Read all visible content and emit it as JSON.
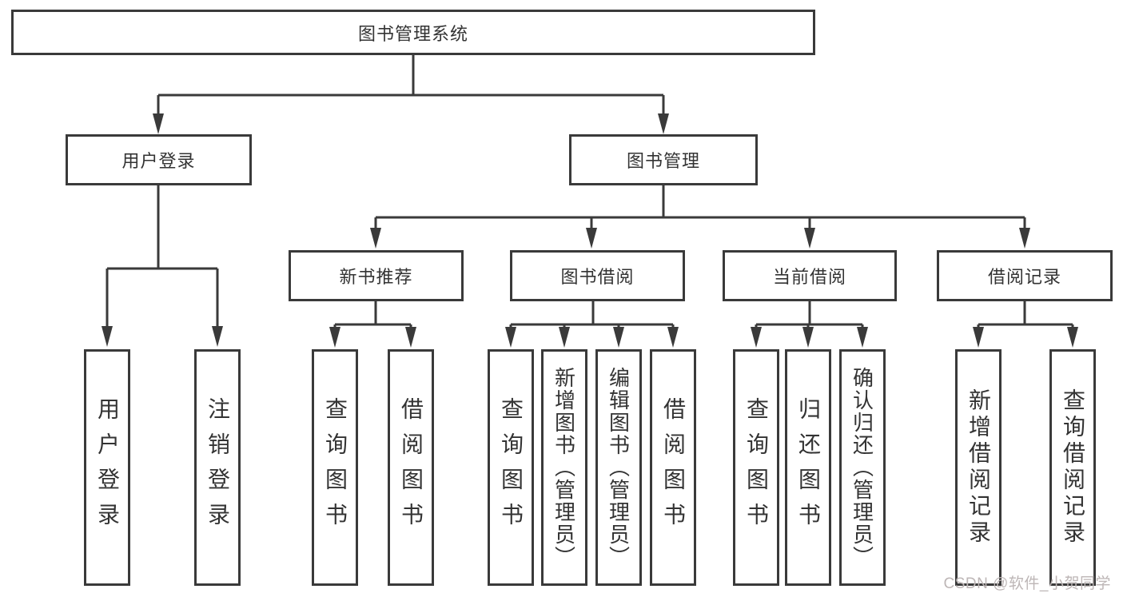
{
  "diagram": {
    "root": {
      "label": "图书管理系统"
    },
    "level2": [
      {
        "label": "用户登录"
      },
      {
        "label": "图书管理"
      }
    ],
    "level3": [
      {
        "label": "新书推荐"
      },
      {
        "label": "图书借阅"
      },
      {
        "label": "当前借阅"
      },
      {
        "label": "借阅记录"
      }
    ],
    "leaves": {
      "user_login": [
        "用户登录",
        "注销登录"
      ],
      "new_book": [
        "查询图书",
        "借阅图书"
      ],
      "borrow": [
        "查询图书",
        "新增图书（管理员）",
        "编辑图书（管理员）",
        "借阅图书"
      ],
      "current": [
        "查询图书",
        "归还图书",
        "确认归还（管理员）"
      ],
      "records": [
        "新增借阅记录",
        "查询借阅记录"
      ]
    }
  },
  "colors": {
    "line": "#3a3a3a",
    "text": "#333333",
    "watermark": "#bdb6b6",
    "background": "#ffffff"
  },
  "watermark": {
    "text": "CSDN @软件_小贺同学"
  }
}
